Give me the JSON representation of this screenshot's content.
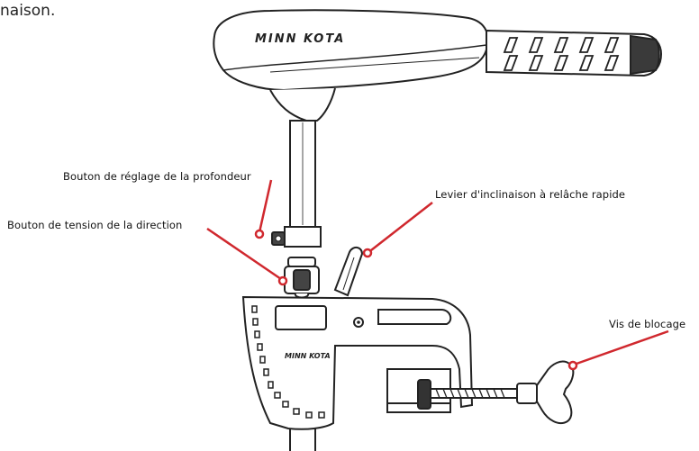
{
  "title_fragment": "naison.",
  "brand_text": "MINN KOTA",
  "callouts": {
    "depth_knob": "Bouton de réglage de la profondeur",
    "steering_knob": "Bouton de tension de la direction",
    "tilt_lever": "Levier d'inclinaison à relâche rapide",
    "lock_screw": "Vis de blocage"
  },
  "colors": {
    "callout_line": "#d0282e",
    "outline": "#222222",
    "handle_fill": "#3a3a3a"
  }
}
